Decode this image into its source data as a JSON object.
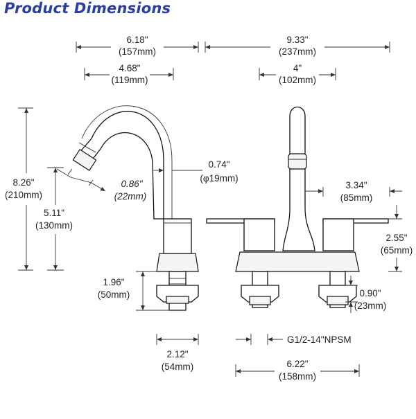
{
  "title": "Product Dimensions",
  "dimensions": {
    "total_spout_reach": {
      "in": "6.18\"",
      "mm": "(157mm)"
    },
    "total_width": {
      "in": "9.33\"",
      "mm": "(237mm)"
    },
    "spout_reach": {
      "in": "4.68\"",
      "mm": "(119mm)"
    },
    "center_spread": {
      "in": "4\"",
      "mm": "(102mm)"
    },
    "spout_height": {
      "in": "8.26\"",
      "mm": "(210mm)"
    },
    "spout_clearance": {
      "in": "5.11\"",
      "mm": "(130mm)"
    },
    "aerator_diameter": {
      "in": "0.86\"",
      "mm": "(22mm)"
    },
    "spout_tube_diameter": {
      "in": "0.74\"",
      "mm": "(φ19mm)"
    },
    "handle_length": {
      "in": "3.34\"",
      "mm": "(85mm)"
    },
    "handle_height": {
      "in": "2.55\"",
      "mm": "(65mm)"
    },
    "shank_length": {
      "in": "1.96\"",
      "mm": "(50mm)"
    },
    "nut_height": {
      "in": "0.90\"",
      "mm": "(23mm)"
    },
    "base_depth": {
      "in": "2.12\"",
      "mm": "(54mm)"
    },
    "thread": {
      "label": "G1/2-14\"NPSM"
    },
    "base_length": {
      "in": "6.22\"",
      "mm": "(158mm)"
    }
  }
}
